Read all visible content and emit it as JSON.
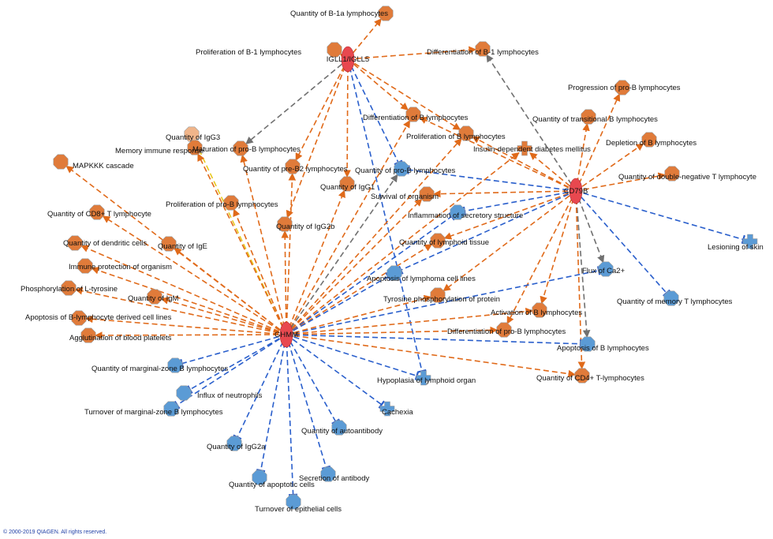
{
  "colors": {
    "orange": "#e07b3a",
    "orange_light": "#f0b58a",
    "blue": "#5b9bd5",
    "red_hub": "#e8484f",
    "edge_orange": "#e06a1a",
    "edge_blue": "#2a5fcc",
    "edge_gray": "#707070",
    "edge_yellow": "#e8c81c"
  },
  "hubs": [
    {
      "id": "GHMM",
      "label": "GHMM"
    },
    {
      "id": "IGLL1",
      "label": "IGLL1/IGLL5"
    },
    {
      "id": "CD79B",
      "label": "CD79B"
    }
  ],
  "nodes": [
    {
      "id": "n01",
      "label": "Quantity of B-1a lymphocytes",
      "shape": "octagon",
      "color": "orange"
    },
    {
      "id": "n02",
      "label": "Proliferation of B-1 lymphocytes",
      "shape": "octagon",
      "color": "orange"
    },
    {
      "id": "n03",
      "label": "Differentiation of B-1 lymphocytes",
      "shape": "octagon",
      "color": "orange"
    },
    {
      "id": "n04",
      "label": "Progression of pro-B lymphocytes",
      "shape": "octagon",
      "color": "orange"
    },
    {
      "id": "n05",
      "label": "Quantity of transitional B lymphocytes",
      "shape": "octagon",
      "color": "orange"
    },
    {
      "id": "n06",
      "label": "Depletion of B lymphocytes",
      "shape": "octagon",
      "color": "orange"
    },
    {
      "id": "n07",
      "label": "Quantity of double-negative T lymphocyte",
      "shape": "octagon",
      "color": "orange"
    },
    {
      "id": "n08",
      "label": "Differentiation of B lymphocytes",
      "shape": "octagon",
      "color": "orange"
    },
    {
      "id": "n09",
      "label": "Proliferation of B lymphocytes",
      "shape": "octagon",
      "color": "orange"
    },
    {
      "id": "n10",
      "label": "Insulin-dependent diabetes mellitus",
      "shape": "cross",
      "color": "orange"
    },
    {
      "id": "n11",
      "label": "Quantity of IgG3",
      "shape": "octagon",
      "color": "orange_light"
    },
    {
      "id": "n12",
      "label": "Memory immune response",
      "shape": "octagon",
      "color": "orange"
    },
    {
      "id": "n13",
      "label": "Maturation of pro-B lymphocytes",
      "shape": "octagon",
      "color": "orange"
    },
    {
      "id": "n14",
      "label": "MAPKKK cascade",
      "shape": "octagon",
      "color": "orange"
    },
    {
      "id": "n15",
      "label": "Quantity of pre-B2 lymphocytes",
      "shape": "octagon",
      "color": "orange"
    },
    {
      "id": "n16",
      "label": "Quantity of pro-B lymphocytes",
      "shape": "octagon",
      "color": "blue"
    },
    {
      "id": "n17",
      "label": "Quantity of IgG1",
      "shape": "octagon",
      "color": "orange"
    },
    {
      "id": "n18",
      "label": "Survival of organism",
      "shape": "octagon",
      "color": "orange"
    },
    {
      "id": "n19",
      "label": "Proliferation of pro-B lymphocytes",
      "shape": "octagon",
      "color": "orange"
    },
    {
      "id": "n20",
      "label": "Quantity of CD8+ T lymphocyte",
      "shape": "octagon",
      "color": "orange"
    },
    {
      "id": "n21",
      "label": "Inflammation of secretory structure",
      "shape": "octagon",
      "color": "blue"
    },
    {
      "id": "n22",
      "label": "Quantity of IgG2b",
      "shape": "octagon",
      "color": "orange"
    },
    {
      "id": "n23",
      "label": "Quantity of dendritic cells",
      "shape": "octagon",
      "color": "orange"
    },
    {
      "id": "n24",
      "label": "Quantity of IgE",
      "shape": "octagon",
      "color": "orange"
    },
    {
      "id": "n25",
      "label": "Quantity of lymphoid tissue",
      "shape": "octagon",
      "color": "orange"
    },
    {
      "id": "n26",
      "label": "Lesioning of skin",
      "shape": "cross",
      "color": "blue"
    },
    {
      "id": "n27",
      "label": "Immune protection of organism",
      "shape": "octagon",
      "color": "orange"
    },
    {
      "id": "n28",
      "label": "Apoptosis of lymphoma cell lines",
      "shape": "octagon",
      "color": "blue"
    },
    {
      "id": "n29",
      "label": "Flux of Ca2+",
      "shape": "octagon",
      "color": "blue"
    },
    {
      "id": "n30",
      "label": "Phosphorylation of L-tyrosine",
      "shape": "octagon",
      "color": "orange"
    },
    {
      "id": "n31",
      "label": "Quantity of IgM",
      "shape": "octagon",
      "color": "orange"
    },
    {
      "id": "n32",
      "label": "Tyrosine phosphorylation of protein",
      "shape": "octagon",
      "color": "orange"
    },
    {
      "id": "n33",
      "label": "Quantity of memory T lymphocytes",
      "shape": "octagon",
      "color": "blue"
    },
    {
      "id": "n34",
      "label": "Apoptosis of B-lymphocyte derived cell lines",
      "shape": "octagon",
      "color": "orange"
    },
    {
      "id": "n35",
      "label": "Activation of B lymphocytes",
      "shape": "octagon",
      "color": "orange"
    },
    {
      "id": "n36",
      "label": "Differentiation of pro-B lymphocytes",
      "shape": "octagon",
      "color": "orange"
    },
    {
      "id": "n37",
      "label": "Agglutination of blood platelets",
      "shape": "octagon",
      "color": "orange"
    },
    {
      "id": "n38",
      "label": "Apoptosis of B lymphocytes",
      "shape": "octagon",
      "color": "blue"
    },
    {
      "id": "n39",
      "label": "Quantity of marginal-zone B lymphocytes",
      "shape": "octagon",
      "color": "blue"
    },
    {
      "id": "n40",
      "label": "Hypoplasia of lymphoid organ",
      "shape": "cross",
      "color": "blue"
    },
    {
      "id": "n41",
      "label": "Quantity of CD4+ T-lymphocytes",
      "shape": "octagon",
      "color": "orange"
    },
    {
      "id": "n42",
      "label": "Influx of neutrophils",
      "shape": "octagon",
      "color": "blue"
    },
    {
      "id": "n43",
      "label": "Turnover of marginal-zone B lymphocytes",
      "shape": "octagon",
      "color": "blue"
    },
    {
      "id": "n44",
      "label": "Cachexia",
      "shape": "cross",
      "color": "blue"
    },
    {
      "id": "n45",
      "label": "Quantity of autoantibody",
      "shape": "octagon",
      "color": "blue"
    },
    {
      "id": "n46",
      "label": "Quantity of IgG2a",
      "shape": "octagon",
      "color": "blue"
    },
    {
      "id": "n47",
      "label": "Quantity of apoptotic cells",
      "shape": "octagon",
      "color": "blue"
    },
    {
      "id": "n48",
      "label": "Secretion of antibody",
      "shape": "octagon",
      "color": "blue"
    },
    {
      "id": "n49",
      "label": "Turnover of epithelial cells",
      "shape": "octagon",
      "color": "blue"
    }
  ],
  "edges": [
    {
      "from": "IGLL1",
      "to": "n01",
      "type": "activate"
    },
    {
      "from": "IGLL1",
      "to": "n02",
      "type": "activate"
    },
    {
      "from": "IGLL1",
      "to": "n03",
      "type": "activate"
    },
    {
      "from": "IGLL1",
      "to": "n08",
      "type": "activate"
    },
    {
      "from": "IGLL1",
      "to": "n09",
      "type": "activate"
    },
    {
      "from": "IGLL1",
      "to": "n13",
      "type": "unknown"
    },
    {
      "from": "IGLL1",
      "to": "n15",
      "type": "activate"
    },
    {
      "from": "IGLL1",
      "to": "n17",
      "type": "activate"
    },
    {
      "from": "IGLL1",
      "to": "n22",
      "type": "activate"
    },
    {
      "from": "IGLL1",
      "to": "n16",
      "type": "inhibit"
    },
    {
      "from": "IGLL1",
      "to": "n40",
      "type": "inhibit"
    },
    {
      "from": "CD79B",
      "to": "n03",
      "type": "unknown"
    },
    {
      "from": "CD79B",
      "to": "n04",
      "type": "activate"
    },
    {
      "from": "CD79B",
      "to": "n05",
      "type": "activate"
    },
    {
      "from": "CD79B",
      "to": "n06",
      "type": "activate"
    },
    {
      "from": "CD79B",
      "to": "n07",
      "type": "activate"
    },
    {
      "from": "CD79B",
      "to": "n08",
      "type": "activate"
    },
    {
      "from": "CD79B",
      "to": "n09",
      "type": "activate"
    },
    {
      "from": "CD79B",
      "to": "n10",
      "type": "activate"
    },
    {
      "from": "CD79B",
      "to": "n16",
      "type": "inhibit"
    },
    {
      "from": "CD79B",
      "to": "n18",
      "type": "activate"
    },
    {
      "from": "CD79B",
      "to": "n21",
      "type": "inhibit"
    },
    {
      "from": "CD79B",
      "to": "n25",
      "type": "activate"
    },
    {
      "from": "CD79B",
      "to": "n26",
      "type": "inhibit"
    },
    {
      "from": "CD79B",
      "to": "n28",
      "type": "inhibit"
    },
    {
      "from": "CD79B",
      "to": "n29",
      "type": "unknown"
    },
    {
      "from": "CD79B",
      "to": "n32",
      "type": "activate"
    },
    {
      "from": "CD79B",
      "to": "n33",
      "type": "inhibit"
    },
    {
      "from": "CD79B",
      "to": "n35",
      "type": "activate"
    },
    {
      "from": "CD79B",
      "to": "n36",
      "type": "activate"
    },
    {
      "from": "CD79B",
      "to": "n38",
      "type": "unknown"
    },
    {
      "from": "CD79B",
      "to": "n41",
      "type": "activate"
    },
    {
      "from": "GHMM",
      "to": "n08",
      "type": "activate"
    },
    {
      "from": "GHMM",
      "to": "n09",
      "type": "activate"
    },
    {
      "from": "GHMM",
      "to": "n10",
      "type": "activate"
    },
    {
      "from": "GHMM",
      "to": "n11",
      "type": "yellow"
    },
    {
      "from": "GHMM",
      "to": "n12",
      "type": "activate"
    },
    {
      "from": "GHMM",
      "to": "n13",
      "type": "activate"
    },
    {
      "from": "GHMM",
      "to": "n14",
      "type": "activate"
    },
    {
      "from": "GHMM",
      "to": "n15",
      "type": "activate"
    },
    {
      "from": "GHMM",
      "to": "n16",
      "type": "unknown"
    },
    {
      "from": "GHMM",
      "to": "n17",
      "type": "activate"
    },
    {
      "from": "GHMM",
      "to": "n18",
      "type": "activate"
    },
    {
      "from": "GHMM",
      "to": "n19",
      "type": "activate"
    },
    {
      "from": "GHMM",
      "to": "n20",
      "type": "activate"
    },
    {
      "from": "GHMM",
      "to": "n21",
      "type": "inhibit"
    },
    {
      "from": "GHMM",
      "to": "n22",
      "type": "activate"
    },
    {
      "from": "GHMM",
      "to": "n23",
      "type": "activate"
    },
    {
      "from": "GHMM",
      "to": "n24",
      "type": "activate"
    },
    {
      "from": "GHMM",
      "to": "n25",
      "type": "activate"
    },
    {
      "from": "GHMM",
      "to": "n27",
      "type": "activate"
    },
    {
      "from": "GHMM",
      "to": "n28",
      "type": "inhibit"
    },
    {
      "from": "GHMM",
      "to": "n29",
      "type": "inhibit"
    },
    {
      "from": "GHMM",
      "to": "n30",
      "type": "activate"
    },
    {
      "from": "GHMM",
      "to": "n31",
      "type": "activate"
    },
    {
      "from": "GHMM",
      "to": "n32",
      "type": "activate"
    },
    {
      "from": "GHMM",
      "to": "n34",
      "type": "activate"
    },
    {
      "from": "GHMM",
      "to": "n35",
      "type": "activate"
    },
    {
      "from": "GHMM",
      "to": "n36",
      "type": "activate"
    },
    {
      "from": "GHMM",
      "to": "n37",
      "type": "activate"
    },
    {
      "from": "GHMM",
      "to": "n38",
      "type": "inhibit"
    },
    {
      "from": "GHMM",
      "to": "n39",
      "type": "inhibit"
    },
    {
      "from": "GHMM",
      "to": "n40",
      "type": "inhibit"
    },
    {
      "from": "GHMM",
      "to": "n41",
      "type": "activate"
    },
    {
      "from": "GHMM",
      "to": "n42",
      "type": "inhibit"
    },
    {
      "from": "GHMM",
      "to": "n43",
      "type": "inhibit"
    },
    {
      "from": "GHMM",
      "to": "n44",
      "type": "inhibit"
    },
    {
      "from": "GHMM",
      "to": "n45",
      "type": "inhibit"
    },
    {
      "from": "GHMM",
      "to": "n46",
      "type": "inhibit"
    },
    {
      "from": "GHMM",
      "to": "n47",
      "type": "inhibit"
    },
    {
      "from": "GHMM",
      "to": "n48",
      "type": "inhibit"
    },
    {
      "from": "GHMM",
      "to": "n49",
      "type": "inhibit"
    }
  ],
  "copyright": "© 2000-2019 QIAGEN. All rights reserved."
}
